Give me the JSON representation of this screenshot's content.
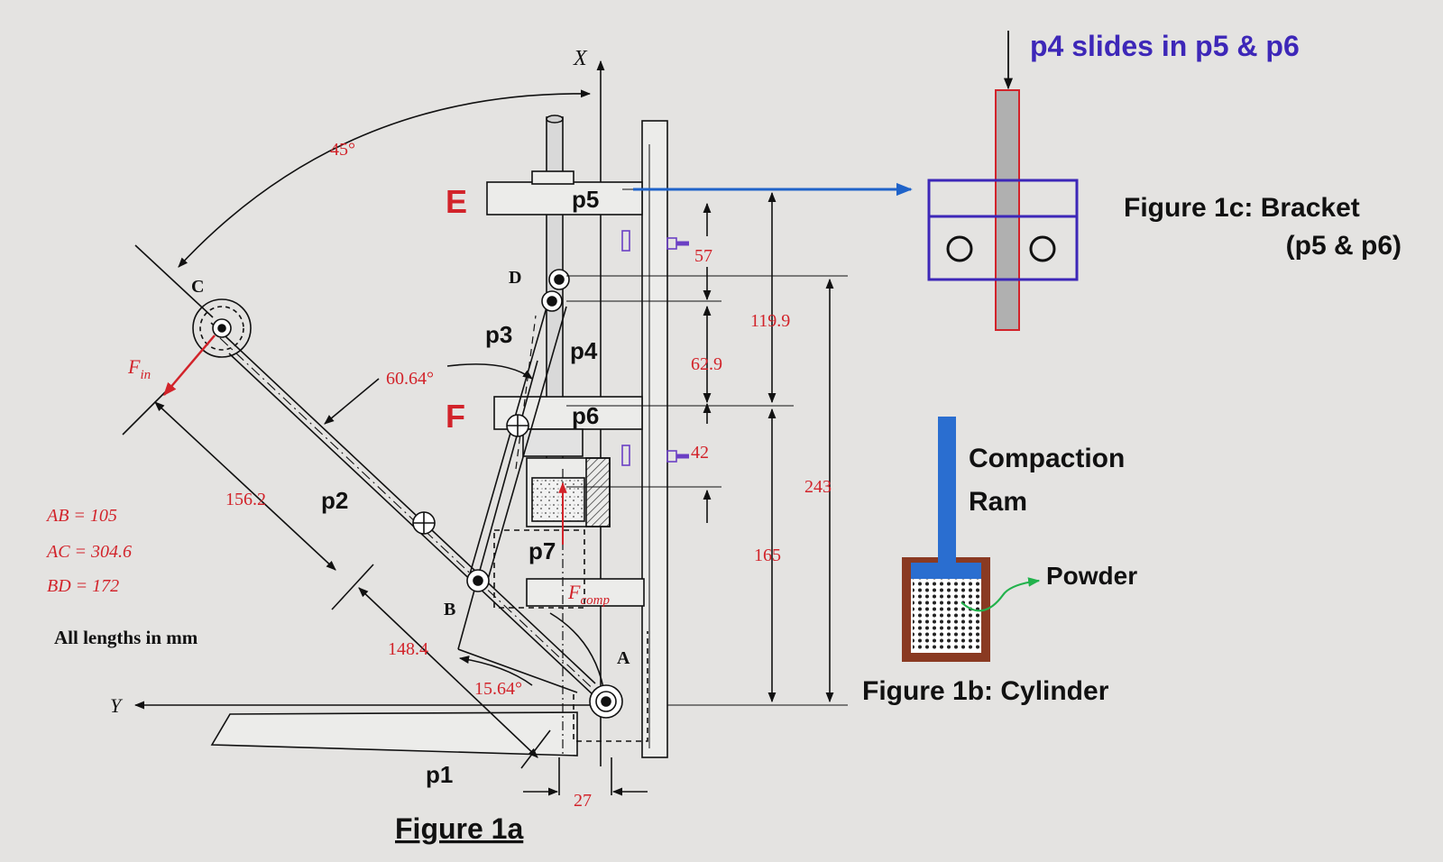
{
  "header": {
    "slide_note": "p4 slides in p5 & p6"
  },
  "fig1a": {
    "caption": "Figure 1a",
    "axis_x": "X",
    "axis_y": "Y",
    "angle_top": "45°",
    "angle_mid": "60.64°",
    "angle_low": "15.64°",
    "label_E": "E",
    "label_F": "F",
    "label_C": "C",
    "label_D": "D",
    "label_B": "B",
    "label_A": "A",
    "force_in": "F",
    "force_in_sub": "in",
    "force_comp": "F",
    "force_comp_sub": "comp",
    "part_p1": "p1",
    "part_p2": "p2",
    "part_p3": "p3",
    "part_p4": "p4",
    "part_p5": "p5",
    "part_p6": "p6",
    "part_p7": "p7",
    "dim_156": "156.2",
    "dim_148": "148.4",
    "dim_57": "57",
    "dim_42": "42",
    "dim_62": "62.9",
    "dim_119": "119.9",
    "dim_243": "243",
    "dim_165": "165",
    "dim_27": "27",
    "len_ab": "AB = 105",
    "len_ac": "AC = 304.6",
    "len_bd": "BD = 172",
    "units_note": "All lengths in mm"
  },
  "fig1b": {
    "ram_label_1": "Compaction",
    "ram_label_2": "Ram",
    "powder_label": "Powder",
    "caption": "Figure 1b: Cylinder"
  },
  "fig1c": {
    "caption_1": "Figure 1c: Bracket",
    "caption_2": "(p5 & p6)"
  },
  "colors": {
    "background": "#e4e3e1",
    "dimension_red": "#d2232a",
    "note_purple": "#3d27b8",
    "arrow_blue": "#1f63c9",
    "ram_blue": "#2a6ed0",
    "cylinder_brown": "#8a3a22",
    "powder_green": "#22b24c"
  }
}
